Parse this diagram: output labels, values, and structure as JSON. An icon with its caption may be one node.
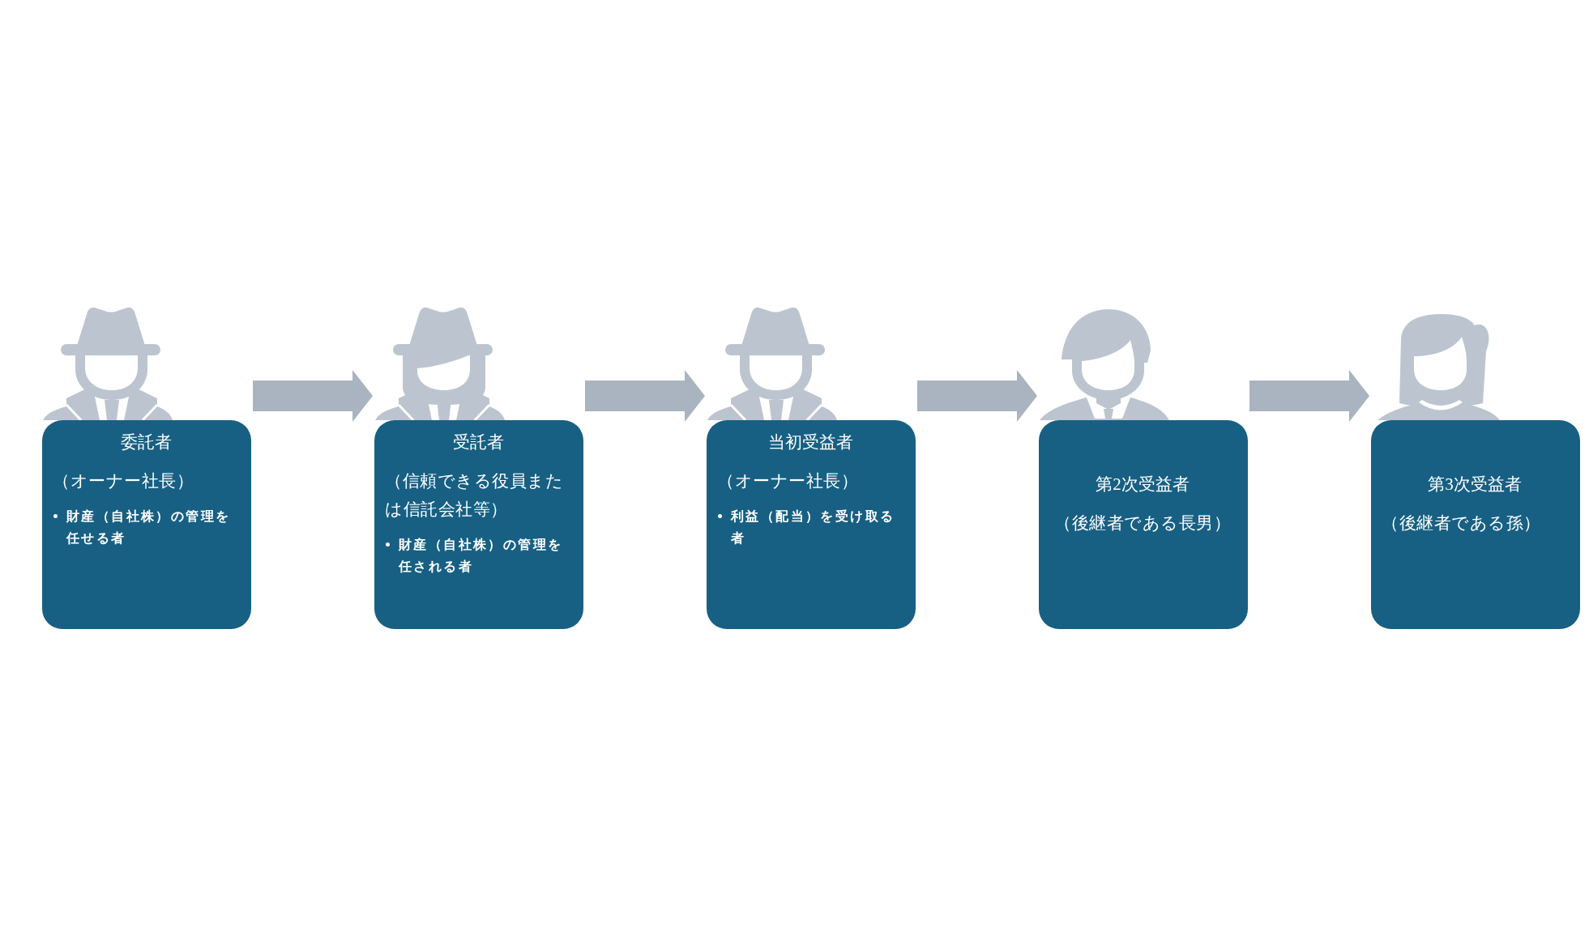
{
  "diagram": {
    "nodes": [
      {
        "text": [
          "委託者",
          "（オーナー社長）",
          "財産（自社株）の管理を任せる者"
        ]
      },
      {
        "text": [],
        "shape": "person",
        "in": 0
      },
      {
        "text": [
          "受託者",
          "（信頼できる役員または信託会社等）",
          "財産（自社株）の管理を任される者"
        ]
      },
      {
        "text": [],
        "shape": "person",
        "in": 2
      },
      {
        "text": [
          "当初受益者",
          "（オーナー社長）",
          "利益（配当）を受け取る者"
        ]
      },
      {
        "text": [],
        "shape": "person",
        "in": 4
      },
      {
        "text": [
          "第2次受益者",
          "（後継者である長男）"
        ]
      },
      {
        "text": [],
        "shape": "person",
        "in": 6
      },
      {
        "text": [
          "第3次受益者",
          "（後継者である孫）"
        ]
      },
      {
        "text": [],
        "shape": "person",
        "in": 8
      }
    ],
    "edges": [
      {
        "from": 0,
        "to": 2,
        "arrow": "to"
      },
      {
        "from": 2,
        "to": 4,
        "arrow": "to"
      },
      {
        "from": 4,
        "to": 6,
        "arrow": "to"
      },
      {
        "from": 6,
        "to": 8,
        "arrow": "to"
      }
    ]
  }
}
